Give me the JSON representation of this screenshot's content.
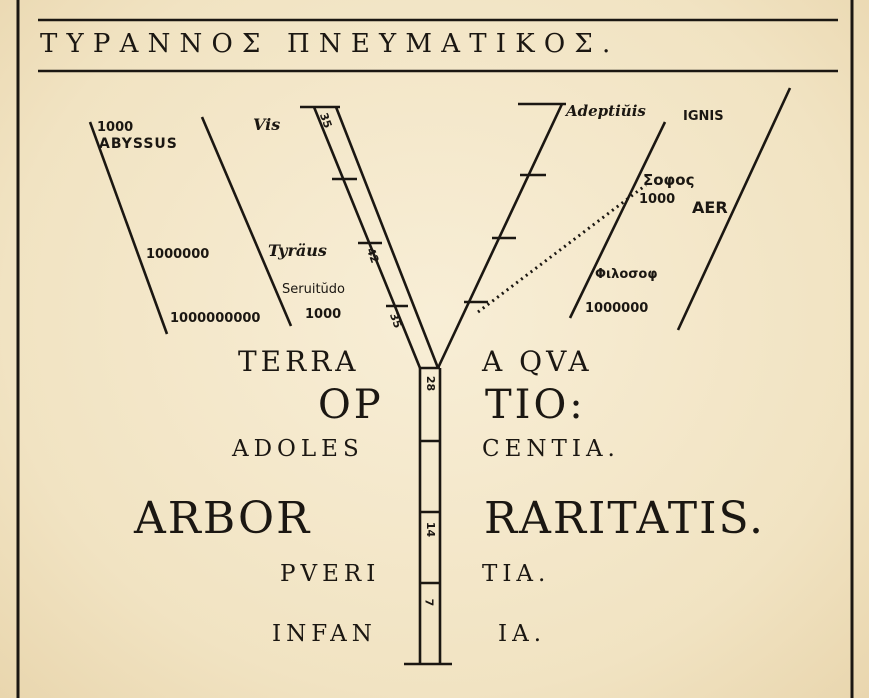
{
  "title": "ΤΥΡΑΝΝΟΣ ΠΝΕΥΜΑΤΙΚΟΣ.",
  "left_diagram": {
    "n1": "1000",
    "abyssus": "ABYSSUS",
    "n2": "1000000",
    "n3": "1000000000",
    "vis": "Vis",
    "tyrannus": "Tyräus",
    "servitudo": "Seruitŭdo",
    "n4": "1000"
  },
  "right_diagram": {
    "adeptus": "Adeptiŭis",
    "ignis": "IGNIS",
    "sophos": "Σοφος",
    "n1": "1000",
    "aer": "AER",
    "philosophus": "Φιλοσοφ",
    "n2": "1000000"
  },
  "trunk_marks": {
    "m1": "35",
    "m2": "42",
    "m3": "35",
    "m4": "28",
    "m5": "14",
    "m6": "7"
  },
  "text": {
    "terra": "TERRA",
    "aqua": "A QVA",
    "op": "OP",
    "tio": "TIO:",
    "adoles": "ADOLES",
    "centia": "CENTIA.",
    "arbor": "ARBOR",
    "raritatis": "RARITATIS.",
    "pueri": "PVERI",
    "tia": "TIA.",
    "infan": "INFAN",
    "ia": "IA."
  }
}
